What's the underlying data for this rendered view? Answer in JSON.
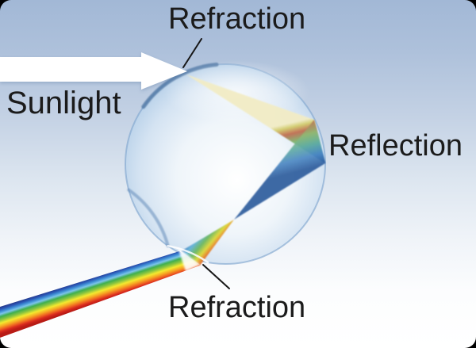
{
  "diagram": {
    "labels": {
      "refraction_top": "Refraction",
      "sunlight": "Sunlight",
      "reflection": "Reflection",
      "refraction_bottom": "Refraction"
    },
    "colors": {
      "background_top": "#a2b8d6",
      "background_bottom": "#ffffff",
      "droplet_center": "#ffffff",
      "droplet_edge": "#a2c2e2",
      "sunlight_arrow": "#ffffff",
      "label_text": "#1b1b1b",
      "pointer_line": "#161616",
      "rainbow_band": [
        "#263c8e",
        "#2a55b4",
        "#3e8ed5",
        "#7cc4ea",
        "#3faf4e",
        "#8cc63f",
        "#f4e92f",
        "#f6a623",
        "#ef6322",
        "#d8291d",
        "#b81b15"
      ]
    }
  }
}
